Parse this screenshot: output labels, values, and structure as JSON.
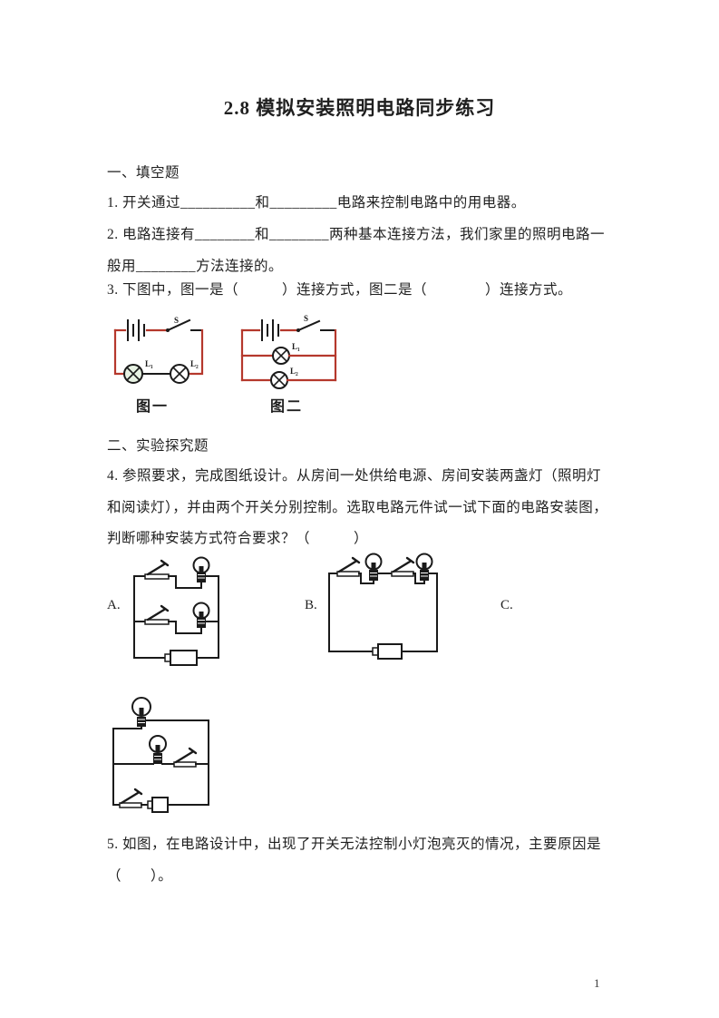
{
  "doc": {
    "title": "2.8 模拟安装照明电路同步练习",
    "page_number": "1"
  },
  "colors": {
    "wire_red": "#b5382c",
    "ink": "#1a1a1a",
    "lamp_highlight": "#e7f2e3"
  },
  "section_one": {
    "heading": "一、填空题",
    "q1": "1. 开关通过__________和_________电路来控制电路中的用电器。",
    "q2_line1": "2. 电路连接有________和________两种基本连接方法，我们家里的照明电路一",
    "q2_line2": "般用________方法连接的。",
    "q3": "3. 下图中，图一是（　　　）连接方式，图二是（　　　　）连接方式。"
  },
  "figure3": {
    "fig1_caption": "图一",
    "fig2_caption": "图二",
    "switch_label": "S",
    "lamp1_label": "L₁",
    "lamp2_label": "L₂"
  },
  "section_two": {
    "heading": "二、实验探究题",
    "q4_line1": "4. 参照要求，完成图纸设计。从房间一处供给电源、房间安装两盏灯（照明灯",
    "q4_line2": "和阅读灯），并由两个开关分别控制。选取电路元件试一试下面的电路安装图，",
    "q4_line3": "判断哪种安装方式符合要求？（　　　）",
    "option_a": "A.",
    "option_b": "B.",
    "option_c": "C.",
    "q5_line1": "5. 如图，在电路设计中，出现了开关无法控制小灯泡亮灭的情况，主要原因是",
    "q5_line2": "（　　）。"
  }
}
